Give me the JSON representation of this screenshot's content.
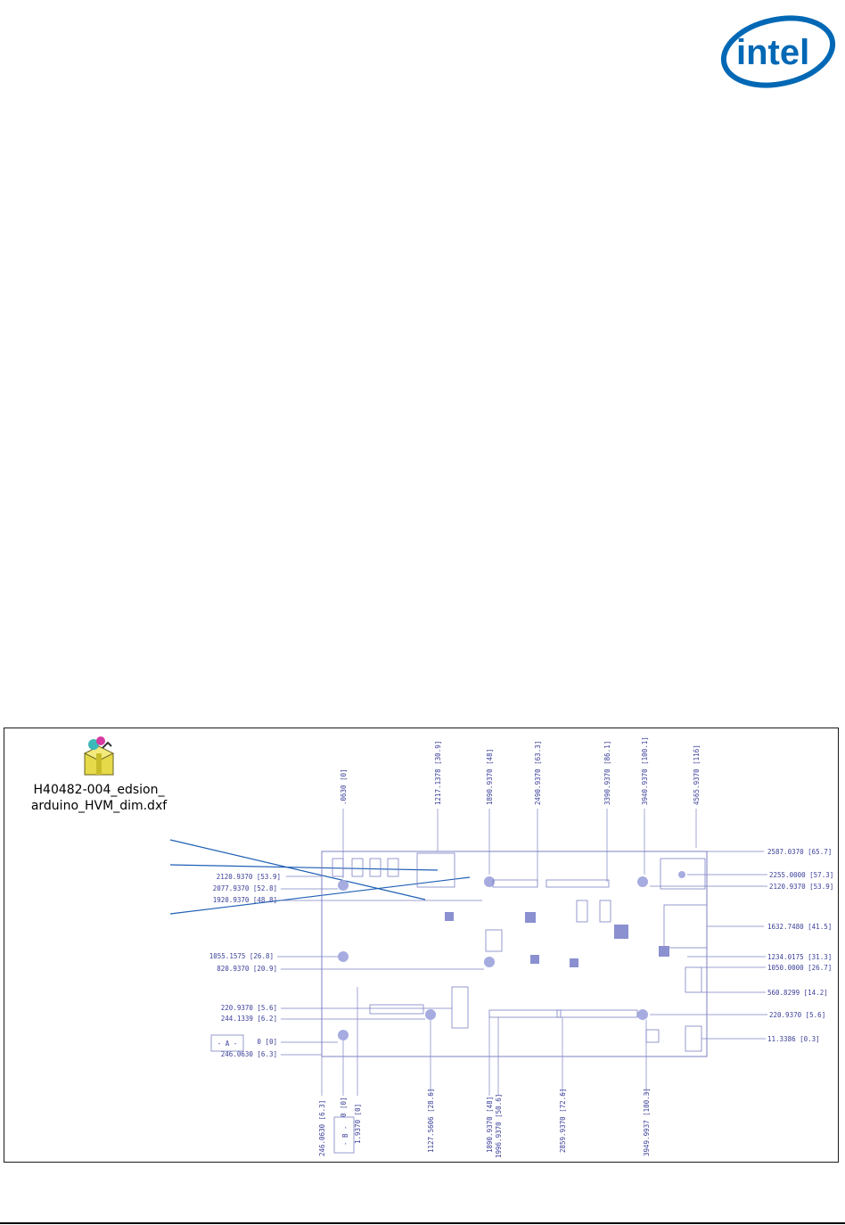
{
  "brand": {
    "logo_text": "intel",
    "color": "#0068b5"
  },
  "attachment": {
    "icon": "package-icon",
    "filename_line1": "H40482-004_edsion_",
    "filename_line2": "arduino_HVM_dim.dxf"
  },
  "drawing": {
    "left_labels": [
      "2120.9370 [53.9]",
      "2077.9370 [52.8]",
      "1920.9370 [48.8]",
      "1055.1575 [26.8]",
      "820.9370 [20.9]",
      "220.9370 [5.6]",
      "244.1339 [6.2]",
      "0 [0]",
      "246.0630 [6.3]"
    ],
    "right_labels": [
      "2587.0370 [65.7]",
      "2255.0000 [57.3]",
      "2120.9370 [53.9]",
      "1632.7480 [41.5]",
      "1234.0175 [31.3]",
      "1050.0000 [26.7]",
      "560.8299 [14.2]",
      "220.9370 [5.6]",
      "11.3386 [0.3]"
    ],
    "top_labels": [
      ".0630 [0]",
      "1217.1378 [30.9]",
      "1890.9370 [48]",
      "2490.9370 [63.3]",
      "3390.9370 [86.1]",
      "3940.9370 [100.1]",
      "4565.9370 [116]"
    ],
    "bottom_labels": [
      "246.0630 [6.3]",
      "0 [0]",
      "1.9370 [0]",
      "1127.5606 [28.6]",
      "1890.9370 [48]",
      "1996.9370 [50.6]",
      "2859.9370 [72.6]",
      "3949.9937 [100.3]"
    ],
    "datum_a": "- A -",
    "datum_b": "- B -"
  }
}
